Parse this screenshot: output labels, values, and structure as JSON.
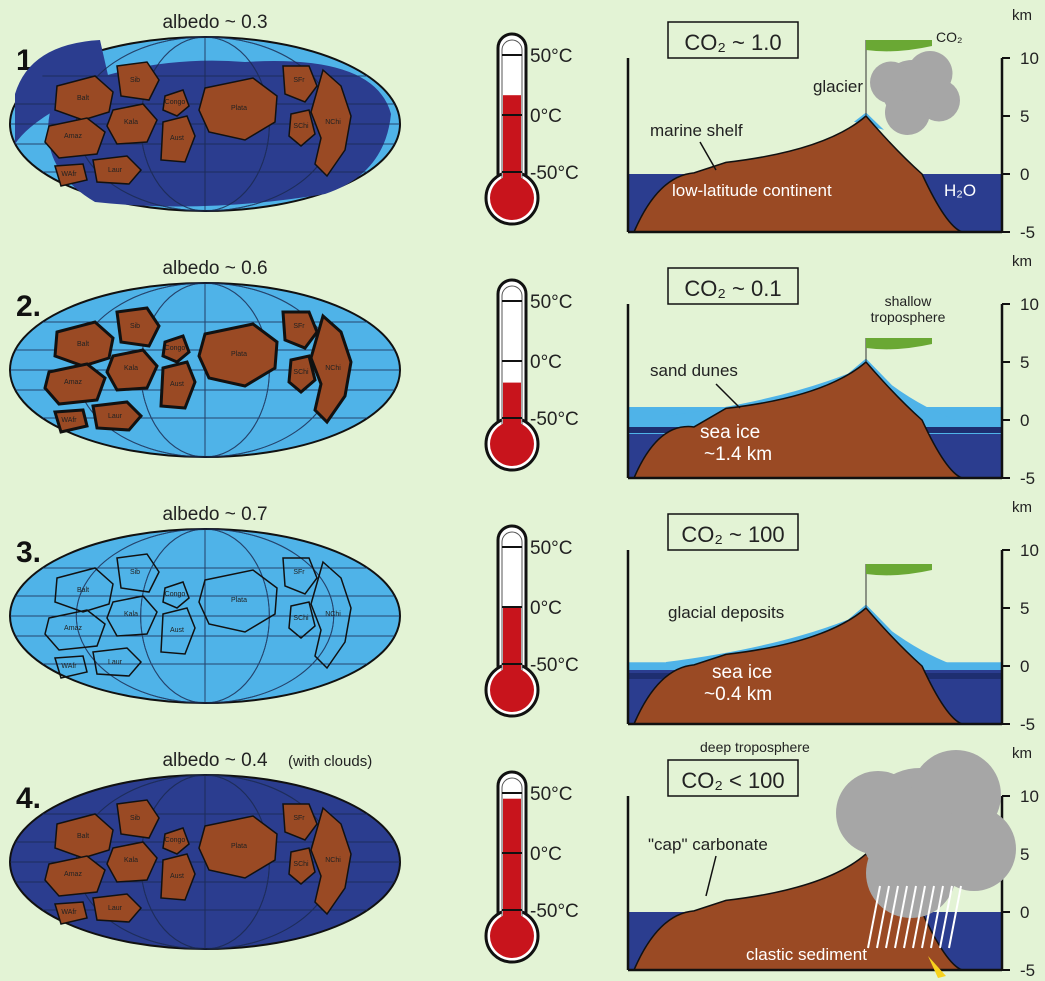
{
  "panels": [
    {
      "number": "1.",
      "albedo": "albedo ~ 0.3",
      "albedo_note": "",
      "co2": "CO₂ ~ 1.0",
      "thermo_fill": 0.6,
      "ocean": "#2b3d8f",
      "sea": "#4fb3e8",
      "labels": [
        "glacier",
        "marine shelf",
        "low-latitude continent",
        "H₂O",
        "CO₂"
      ]
    },
    {
      "number": "2.",
      "albedo": "albedo ~ 0.6",
      "albedo_note": "",
      "co2": "CO₂ ~ 0.1",
      "thermo_fill": 0.3,
      "ocean": "#4fb3e8",
      "sea": "#4fb3e8",
      "labels": [
        "shallow",
        "troposphere",
        "sand dunes",
        "sea ice",
        "~1.4 km"
      ]
    },
    {
      "number": "3.",
      "albedo": "albedo ~ 0.7",
      "albedo_note": "",
      "co2": "CO₂ ~ 100",
      "thermo_fill": 0.45,
      "ocean": "#4fb3e8",
      "sea": "#4fb3e8",
      "labels": [
        "glacial deposits",
        "sea ice",
        "~0.4 km"
      ]
    },
    {
      "number": "4.",
      "albedo": "albedo ~ 0.4",
      "albedo_note": "(with clouds)",
      "co2": "CO₂ < 100",
      "thermo_fill": 0.85,
      "ocean": "#2b3d8f",
      "sea": "#2b3d8f",
      "labels": [
        "deep troposphere",
        "\"cap\" carbonate",
        "clastic sediment"
      ]
    }
  ],
  "thermometer_ticks": [
    "50°C",
    "0°C",
    "-50°C"
  ],
  "km_axis": {
    "unit": "km",
    "ticks": [
      "10",
      "5",
      "0",
      "-5"
    ]
  },
  "continent_labels": [
    "Balt",
    "Sib",
    "Amaz",
    "Kala",
    "Congo",
    "Aust",
    "Laur",
    "WAfr",
    "Plata",
    "SFr",
    "NChi",
    "SChi"
  ],
  "colors": {
    "background": "#e3f3d5",
    "deep_ocean": "#2b3d8f",
    "light_ocean": "#4fb3e8",
    "land": "#9a4a24",
    "thermo_red": "#c8141c",
    "troposphere_green": "#6aa834",
    "cloud": "#a6a6a6",
    "sediment": "#f7d21e"
  }
}
